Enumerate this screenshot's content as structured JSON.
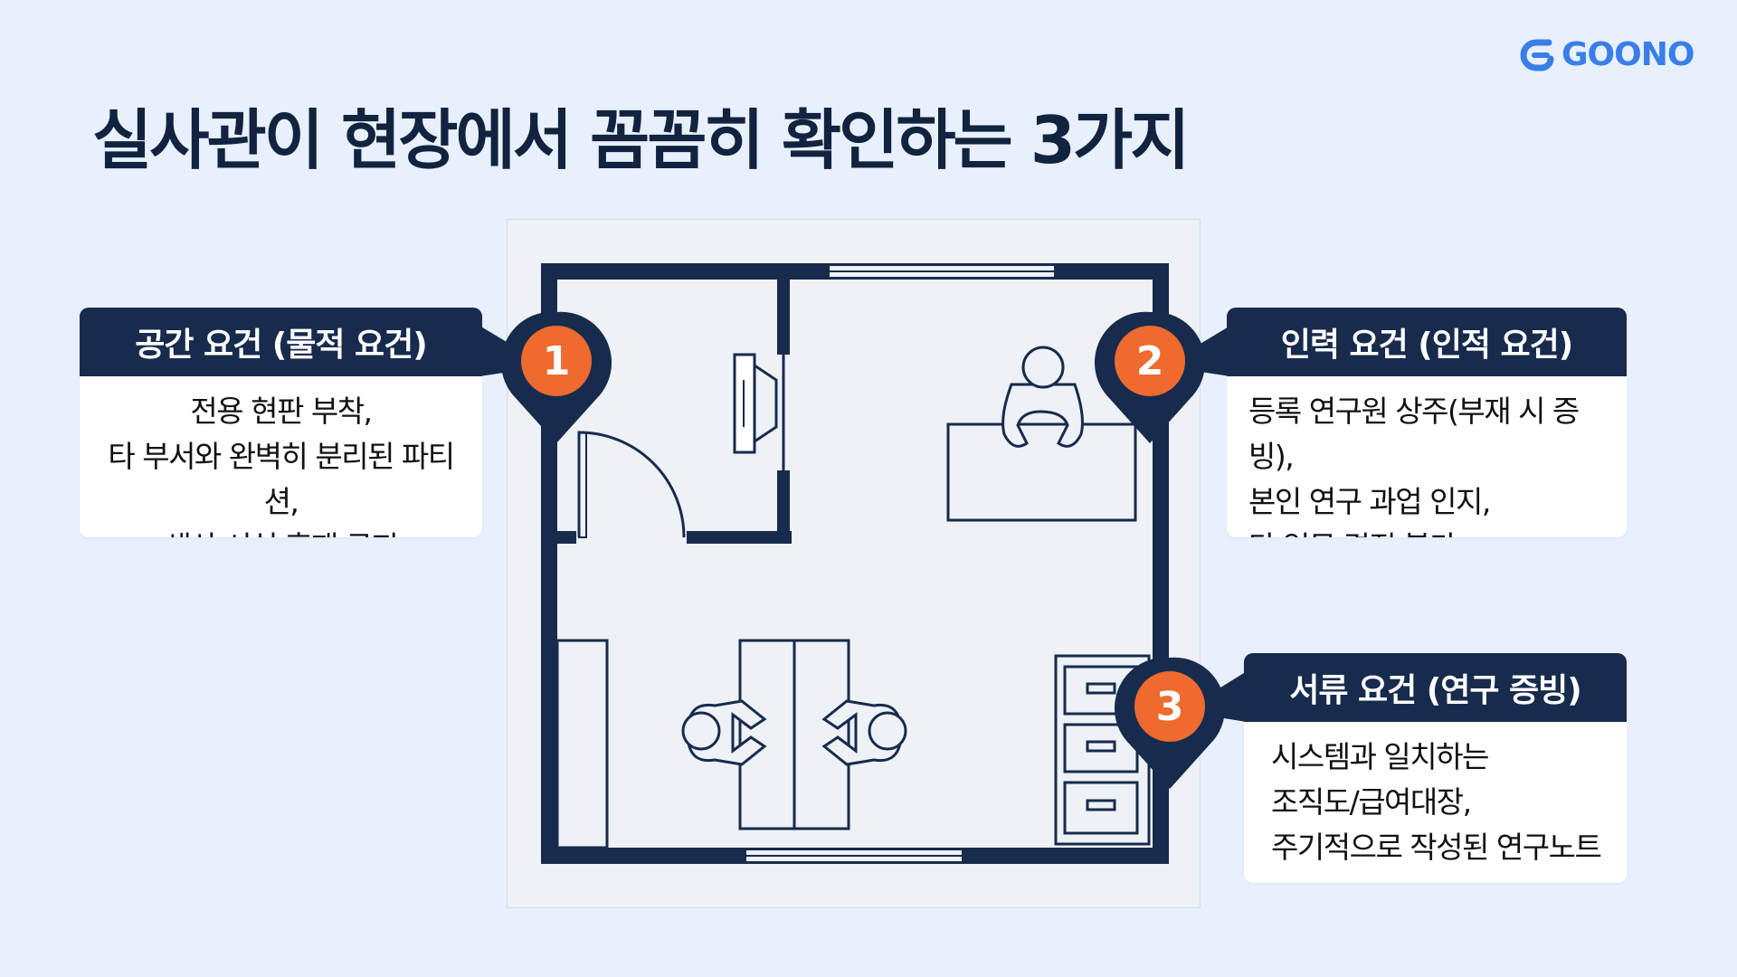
{
  "title": "실사관이 현장에서 꼼꼼히 확인하는 3가지",
  "logo": {
    "text": "GOONO",
    "color": "#3a7ee8"
  },
  "callouts": [
    {
      "number": "1",
      "header": "공간 요건 (물적 요건)",
      "lines": [
        "전용 현판 부착,",
        "타 부서와 완벽히 분리된 파티션,",
        "생산 시설 혼재 금지"
      ]
    },
    {
      "number": "2",
      "header": "인력 요건 (인적 요건)",
      "lines": [
        "등록 연구원 상주(부재 시 증빙),",
        "본인 연구 과업 인지,",
        "타 업무 겸직 불가"
      ]
    },
    {
      "number": "3",
      "header": "서류 요건 (연구 증빙)",
      "lines": [
        "시스템과 일치하는",
        "조직도/급여대장,",
        "주기적으로 작성된 연구노트"
      ]
    }
  ],
  "colors": {
    "navy": "#172b4d",
    "orange": "#ee6a2e",
    "background": "#e8f0fd"
  }
}
